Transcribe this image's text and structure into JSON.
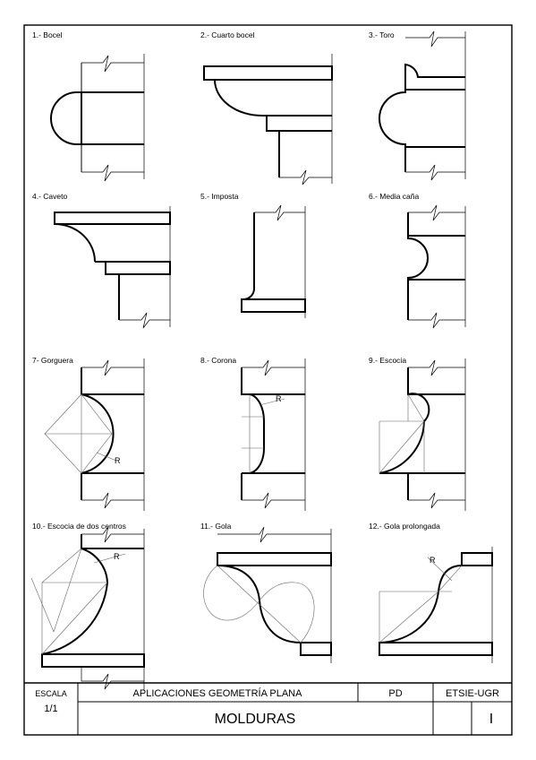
{
  "figures": [
    {
      "label": "1.- Bocel"
    },
    {
      "label": "2.- Cuarto bocel"
    },
    {
      "label": "3.- Toro"
    },
    {
      "label": "4.- Caveto"
    },
    {
      "label": "5.- Imposta"
    },
    {
      "label": "6.- Media caña"
    },
    {
      "label": "7- Gorguera"
    },
    {
      "label": "8.- Corona"
    },
    {
      "label": "9.- Escocia"
    },
    {
      "label": "10.- Escocia de dos centros"
    },
    {
      "label": "11.- Gola"
    },
    {
      "label": "12.- Gola prolongada"
    }
  ],
  "radius_label": "R",
  "title_block": {
    "scale_label": "ESCALA",
    "scale_value": "1/1",
    "subject": "APLICACIONES GEOMETRÍA PLANA",
    "code": "PD",
    "school": "ETSIE-UGR",
    "sheet_title": "MOLDURAS",
    "sheet_number": "I"
  }
}
